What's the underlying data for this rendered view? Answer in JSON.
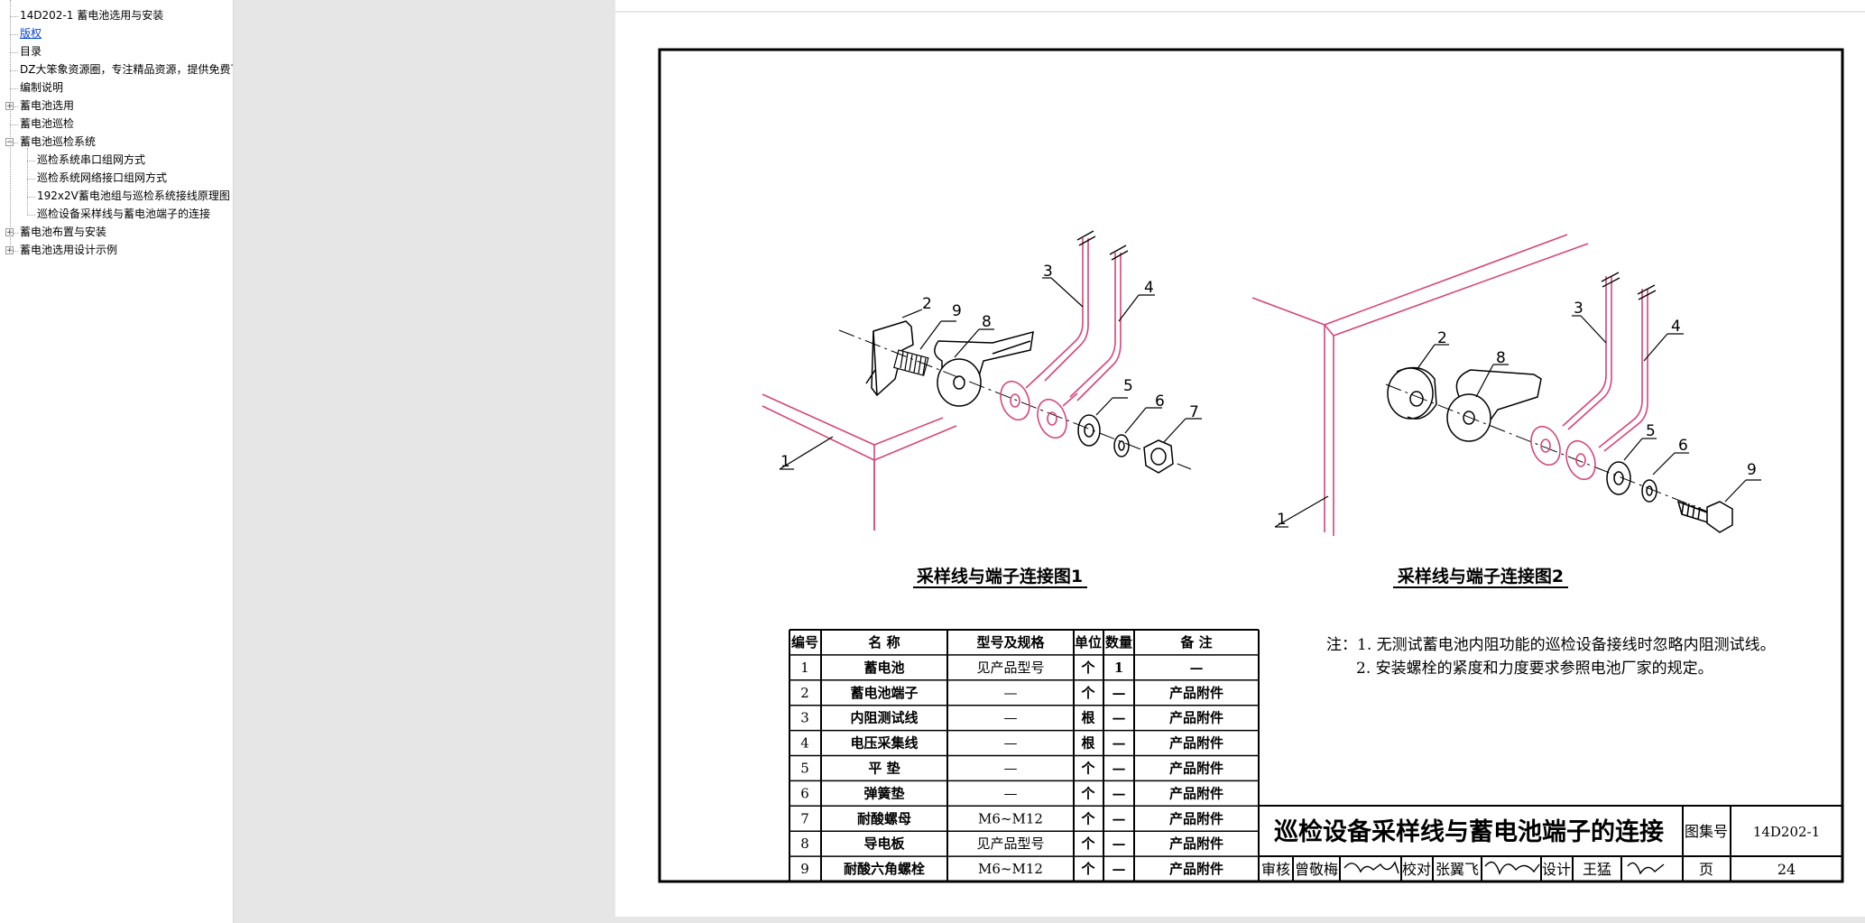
{
  "sidebar": {
    "items": [
      {
        "label": "14D202-1 蓄电池选用与安装",
        "level": 1,
        "expander": null,
        "link": false
      },
      {
        "label": "版权",
        "level": 1,
        "expander": null,
        "link": true
      },
      {
        "label": "目录",
        "level": 1,
        "expander": null,
        "link": false
      },
      {
        "label": "DZ大笨象资源圈，专注精品资源，提供免费下",
        "level": 1,
        "expander": null,
        "link": false
      },
      {
        "label": "编制说明",
        "level": 1,
        "expander": null,
        "link": false
      },
      {
        "label": "蓄电池选用",
        "level": 1,
        "expander": "+",
        "link": false
      },
      {
        "label": "蓄电池巡检",
        "level": 1,
        "expander": null,
        "link": false
      },
      {
        "label": "蓄电池巡检系统",
        "level": 1,
        "expander": "-",
        "link": false
      },
      {
        "label": "巡检系统串口组网方式",
        "level": 2,
        "expander": null,
        "link": false
      },
      {
        "label": "巡检系统网络接口组网方式",
        "level": 2,
        "expander": null,
        "link": false
      },
      {
        "label": "192x2V蓄电池组与巡检系统接线原理图",
        "level": 2,
        "expander": null,
        "link": false
      },
      {
        "label": "巡检设备采样线与蓄电池端子的连接",
        "level": 2,
        "expander": null,
        "link": false
      },
      {
        "label": "蓄电池布置与安装",
        "level": 1,
        "expander": "+",
        "link": false
      },
      {
        "label": "蓄电池选用设计示例",
        "level": 1,
        "expander": "+",
        "link": false
      }
    ]
  },
  "drawing": {
    "fig1_caption": "采样线与端子连接图1",
    "fig2_caption": "采样线与端子连接图2",
    "fig1_labels": [
      "1",
      "2",
      "3",
      "4",
      "5",
      "6",
      "7",
      "8",
      "9"
    ],
    "fig2_labels": [
      "1",
      "2",
      "3",
      "4",
      "5",
      "6",
      "8",
      "9"
    ],
    "notes": [
      "注：1. 无测试蓄电池内阻功能的巡检设备接线时忽略内阻测试线。",
      "2. 安装螺栓的紧度和力度要求参照电池厂家的规定。"
    ],
    "pink_color": "#d6457a"
  },
  "parts_table": {
    "headers": [
      "编号",
      "名 称",
      "型号及规格",
      "单位",
      "数量",
      "备 注"
    ],
    "rows": [
      [
        "1",
        "蓄电池",
        "见产品型号",
        "个",
        "1",
        "—"
      ],
      [
        "2",
        "蓄电池端子",
        "—",
        "个",
        "—",
        "产品附件"
      ],
      [
        "3",
        "内阻测试线",
        "—",
        "根",
        "—",
        "产品附件"
      ],
      [
        "4",
        "电压采集线",
        "—",
        "根",
        "—",
        "产品附件"
      ],
      [
        "5",
        "平 垫",
        "—",
        "个",
        "—",
        "产品附件"
      ],
      [
        "6",
        "弹簧垫",
        "—",
        "个",
        "—",
        "产品附件"
      ],
      [
        "7",
        "耐酸螺母",
        "M6~M12",
        "个",
        "—",
        "产品附件"
      ],
      [
        "8",
        "导电板",
        "见产品型号",
        "个",
        "—",
        "产品附件"
      ],
      [
        "9",
        "耐酸六角螺栓",
        "M6~M12",
        "个",
        "—",
        "产品附件"
      ]
    ]
  },
  "title_block": {
    "title": "巡检设备采样线与蓄电池端子的连接",
    "atlas_label": "图集号",
    "atlas_no": "14D202-1",
    "review_label": "审核",
    "reviewer": "曾敬梅",
    "check_label": "校对",
    "checker": "张翼飞",
    "design_label": "设计",
    "designer": "王猛",
    "page_label": "页",
    "page_no": "24"
  }
}
